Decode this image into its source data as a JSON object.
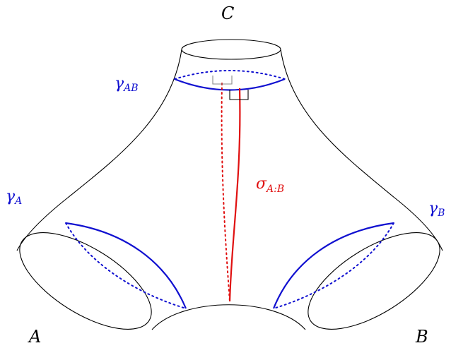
{
  "labels": {
    "C": "C",
    "A": "A",
    "B": "B",
    "gamma_AB": {
      "symbol": "γ",
      "sub": "AB"
    },
    "gamma_A": {
      "symbol": "γ",
      "sub": "A"
    },
    "gamma_B": {
      "symbol": "γ",
      "sub": "B"
    },
    "sigma_AB": {
      "symbol": "σ",
      "sub": "A:B"
    }
  },
  "colors": {
    "outline": "#000000",
    "geodesic": "#1010d0",
    "arc": "#e01010",
    "marker": "#888888"
  }
}
